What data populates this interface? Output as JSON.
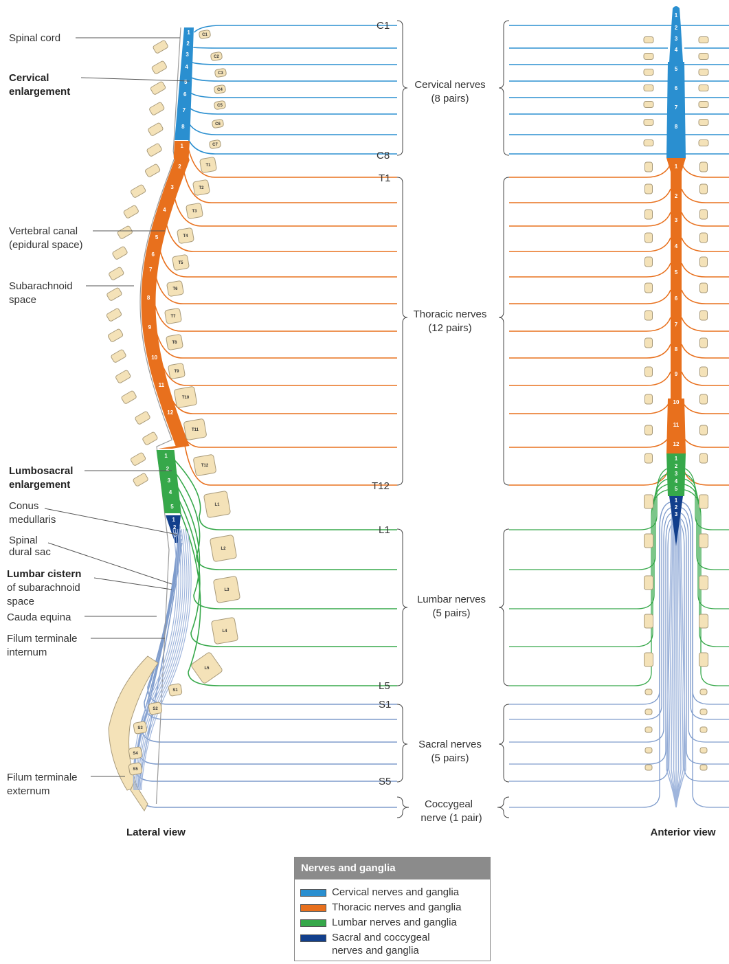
{
  "labels": {
    "spinal_cord": "Spinal cord",
    "cervical_enlargement": [
      "Cervical",
      "enlargement"
    ],
    "vertebral_canal": [
      "Vertebral canal",
      "(epidural space)"
    ],
    "subarachnoid_space": [
      "Subarachnoid",
      "space"
    ],
    "lumbosacral_enlargement": [
      "Lumbosacral",
      "enlargement"
    ],
    "conus_medullaris": [
      "Conus",
      "medullaris"
    ],
    "spinal_dural_sac": [
      "Spinal",
      "dural sac"
    ],
    "lumbar_cistern": [
      "Lumbar cistern",
      "of subarachnoid",
      "space"
    ],
    "cauda_equina": "Cauda equina",
    "filum_internum": [
      "Filum terminale",
      "internum"
    ],
    "filum_externum": [
      "Filum terminale",
      "externum"
    ]
  },
  "groups": {
    "cervical": [
      "Cervical nerves",
      "(8 pairs)"
    ],
    "thoracic": [
      "Thoracic nerves",
      "(12 pairs)"
    ],
    "lumbar": [
      "Lumbar nerves",
      "(5 pairs)"
    ],
    "sacral": [
      "Sacral nerves",
      "(5 pairs)"
    ],
    "coccygeal": [
      "Coccygeal",
      "nerve (1 pair)"
    ]
  },
  "nerve_labels": {
    "c1": "C1",
    "c8": "C8",
    "t1": "T1",
    "t12": "T12",
    "l1": "L1",
    "l5": "L5",
    "s1": "S1",
    "s5": "S5"
  },
  "views": {
    "lateral": "Lateral view",
    "anterior": "Anterior view"
  },
  "legend": {
    "title": "Nerves and ganglia",
    "items": [
      {
        "label": "Cervical nerves and ganglia",
        "label2": "",
        "color": "#2a8fd0"
      },
      {
        "label": "Thoracic nerves and ganglia",
        "label2": "",
        "color": "#e8701d"
      },
      {
        "label": "Lumbar nerves and ganglia",
        "label2": "",
        "color": "#36a84a"
      },
      {
        "label": "Sacral and coccygeal",
        "label2": "nerves and ganglia",
        "color": "#123f8c"
      }
    ]
  },
  "ganglion_labels": {
    "cervical": [
      "C1",
      "C2",
      "C3",
      "C4",
      "C5",
      "C6",
      "C7"
    ],
    "thoracic": [
      "T1",
      "T2",
      "T3",
      "T4",
      "T5",
      "T6",
      "T7",
      "T8",
      "T9",
      "T10",
      "T11",
      "T12"
    ],
    "lumbar": [
      "L1",
      "L2",
      "L3",
      "L4",
      "L5"
    ],
    "sacral": [
      "S1",
      "S2",
      "S3",
      "S4",
      "S5"
    ]
  },
  "segment_numbers": {
    "cervical": [
      "1",
      "2",
      "3",
      "4",
      "5",
      "6",
      "7",
      "8"
    ],
    "thoracic": [
      "1",
      "2",
      "3",
      "4",
      "5",
      "6",
      "7",
      "8",
      "9",
      "10",
      "11",
      "12"
    ],
    "lumbar": [
      "1",
      "2",
      "3",
      "4",
      "5"
    ],
    "sacral": [
      "1",
      "2",
      "3"
    ]
  },
  "colors": {
    "cervical": "#2a8fd0",
    "thoracic": "#e8701d",
    "lumbar": "#36a84a",
    "sacral": "#123f8c",
    "sacral_nerve": "#7f9ccc",
    "cauda": "#9fb5dc",
    "bone": "#f4e2b8",
    "bone_stroke": "#a89a7a"
  }
}
